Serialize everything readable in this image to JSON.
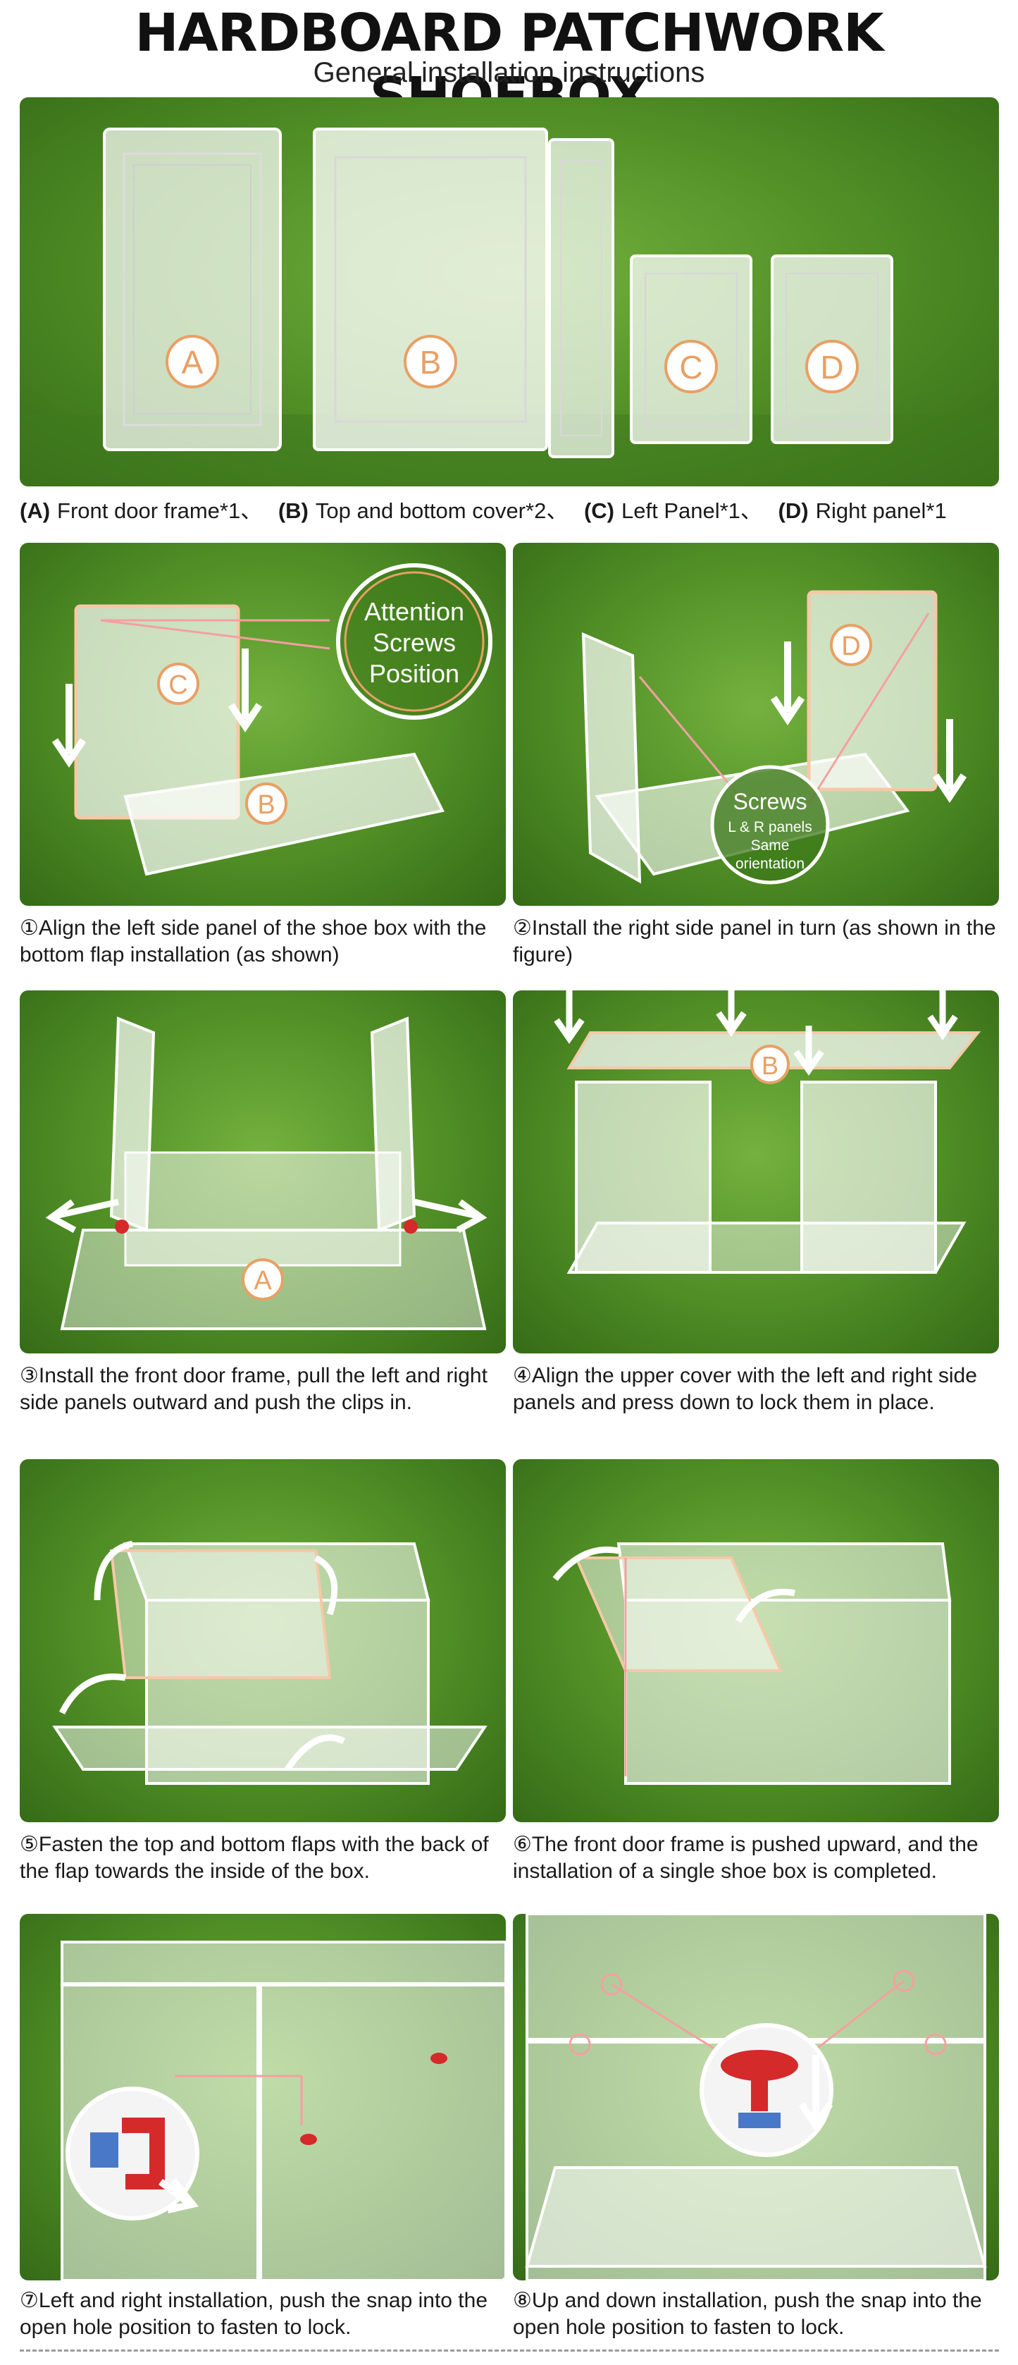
{
  "header": {
    "title": "HARDBOARD PATCHWORK SHOEBOX",
    "subtitle": "General installation instructions"
  },
  "parts": [
    {
      "tag": "(A)",
      "text": "Front door frame*1、"
    },
    {
      "tag": "(B)",
      "text": "Top and bottom cover*2、"
    },
    {
      "tag": "(C)",
      "text": "Left Panel*1、"
    },
    {
      "tag": "(D)",
      "text": "Right panel*1"
    }
  ],
  "part_letters": [
    "A",
    "B",
    "C",
    "D"
  ],
  "callouts": {
    "attention": [
      "Attention",
      "Screws",
      "Position"
    ],
    "screws_title": "Screws",
    "screws_lines": [
      "L & R panels",
      "Same",
      "orientation"
    ]
  },
  "steps": [
    {
      "caption": "①Align the left side panel of the shoe box with the bottom flap installation (as shown)"
    },
    {
      "caption": "②Install the right side panel in turn (as shown in the figure)"
    },
    {
      "caption": "③Install the front door frame, pull the left and right side panels outward and push the clips in."
    },
    {
      "caption": "④Align the upper cover with the left and right side panels and press down to lock them in place."
    },
    {
      "caption": "⑤Fasten the top and bottom flaps with the back of the flap towards the inside of the box."
    },
    {
      "caption": "⑥The front door frame is pushed upward, and the installation of a single shoe box is completed."
    },
    {
      "caption": "⑦Left and right installation, push the snap into the open hole position to fasten to lock."
    },
    {
      "caption": "⑧Up and down installation, push the snap into the open hole position to fasten to lock."
    }
  ],
  "colors": {
    "panel_green": "#4f8d25",
    "accent_orange": "#e8a064",
    "arrow_glow": "#f4b08a",
    "snap_red": "#d42a2a"
  }
}
